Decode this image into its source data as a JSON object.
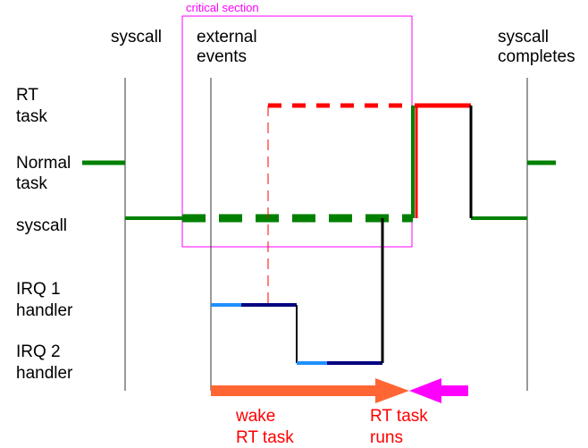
{
  "critical_section": {
    "label": "critical section"
  },
  "columns": {
    "syscall": {
      "line1": "syscall"
    },
    "external_events": {
      "line1": "external",
      "line2": "events"
    },
    "syscall_completes": {
      "line1": "syscall",
      "line2": "completes"
    }
  },
  "rows": {
    "rt_task": {
      "line1": "RT",
      "line2": "task"
    },
    "normal_task": {
      "line1": "Normal",
      "line2": "task"
    },
    "syscall": {
      "line1": "syscall"
    },
    "irq1": {
      "line1": "IRQ 1",
      "line2": "handler"
    },
    "irq2": {
      "line1": "IRQ 2",
      "line2": "handler"
    }
  },
  "annotations": {
    "wake_rt_task": {
      "line1": "wake",
      "line2": "RT task"
    },
    "rt_task_runs": {
      "line1": "RT task",
      "line2": "runs"
    }
  },
  "colors": {
    "rt": "#ff0000",
    "normal": "#008000",
    "irq_light": "#1e90ff",
    "irq_dark": "#000080",
    "critical": "#ff00ff",
    "wake_arrow": "#ff6633",
    "runs_arrow": "#ff00ff"
  }
}
